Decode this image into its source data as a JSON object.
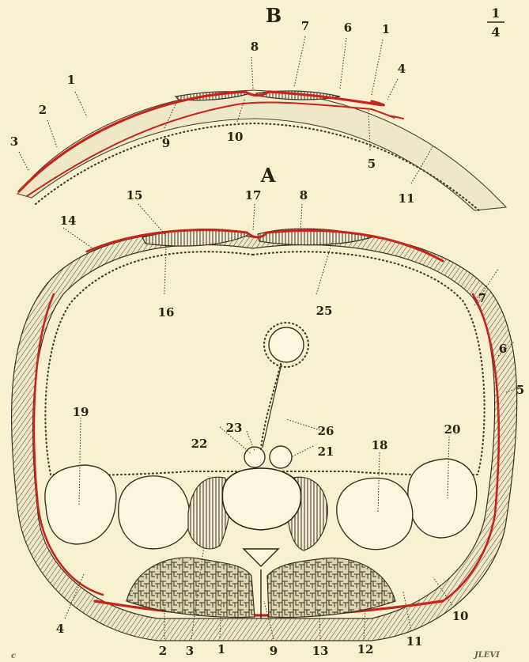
{
  "figure": {
    "panel_top": "B",
    "panel_bottom": "A",
    "scale_numerator": "1",
    "scale_denominator": "4",
    "signature": "JLEVI",
    "corner_mark": "c"
  },
  "labels_B": [
    "1",
    "2",
    "3",
    "9",
    "8",
    "7",
    "10",
    "6",
    "1",
    "4",
    "5",
    "11"
  ],
  "labels_A": [
    "14",
    "15",
    "17",
    "8",
    "16",
    "25",
    "7",
    "6",
    "5",
    "19",
    "23",
    "26",
    "22",
    "21",
    "18",
    "20",
    "4",
    "2",
    "3",
    "1",
    "9",
    "13",
    "12",
    "11",
    "10"
  ],
  "colors": {
    "background": "#f7f1cf",
    "fascia_red": "#c8251a",
    "ink": "#2a2418"
  }
}
